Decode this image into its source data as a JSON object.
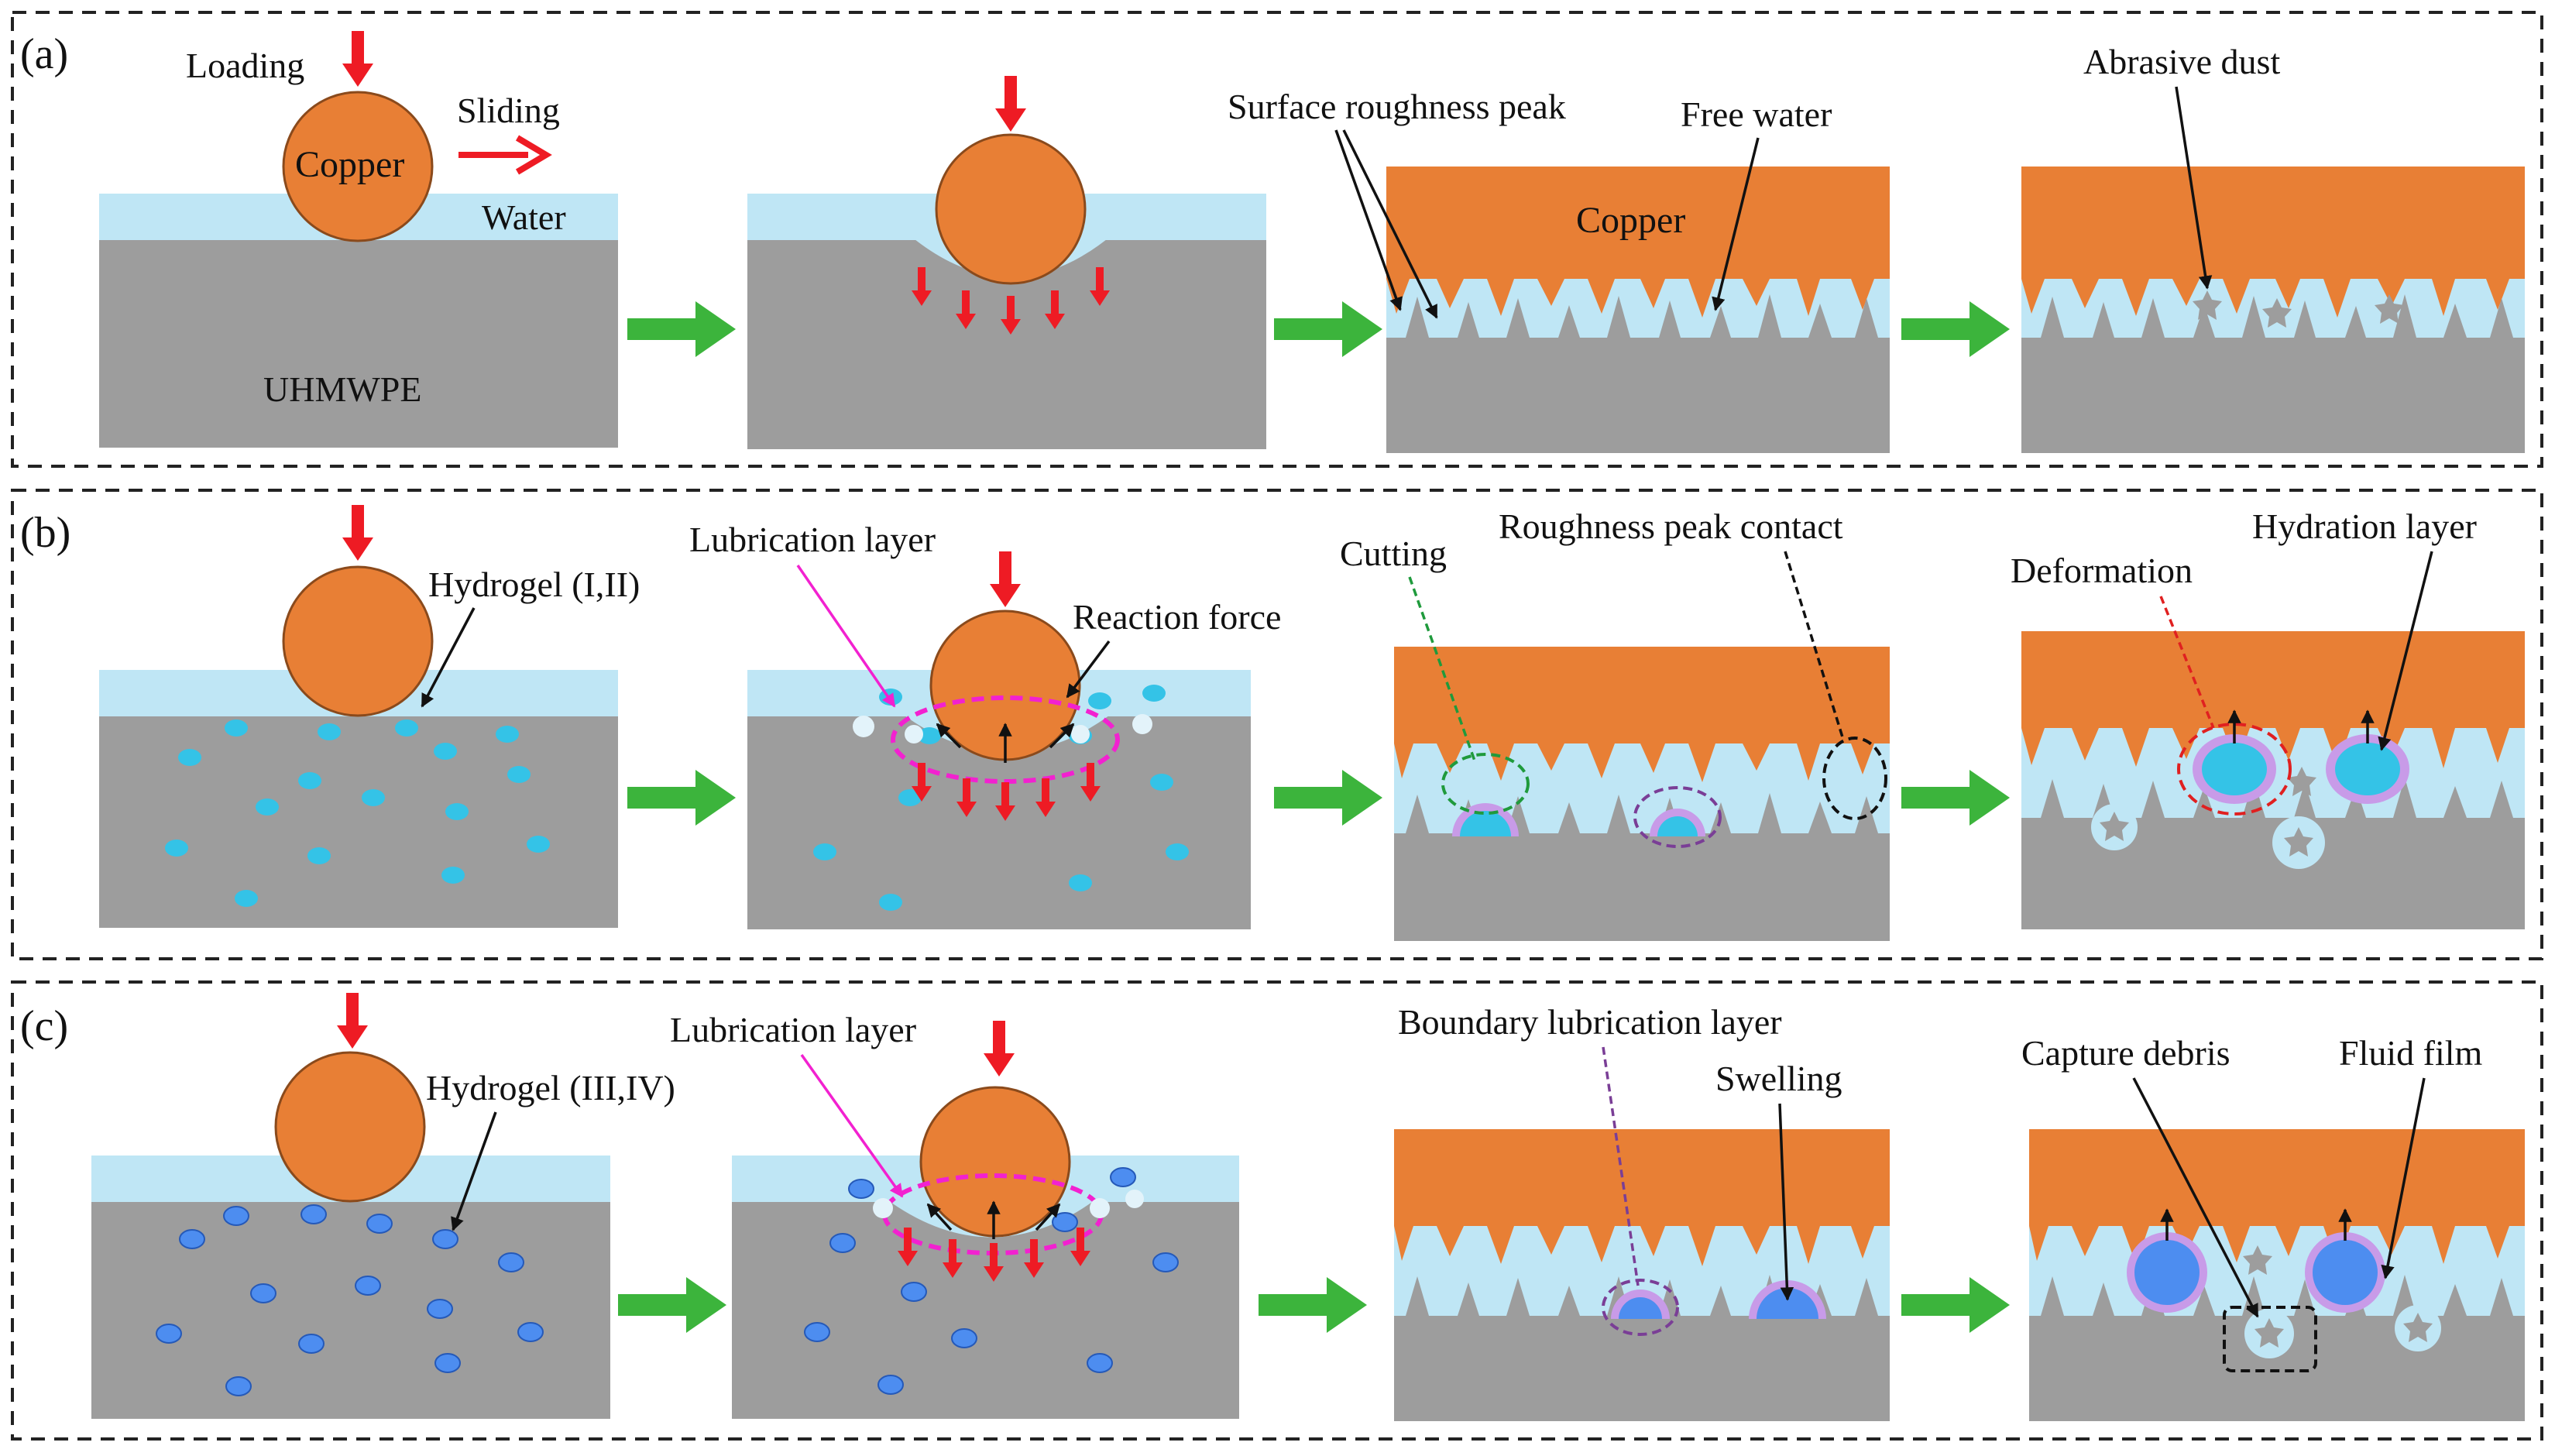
{
  "colors": {
    "copper": "#e87f35",
    "water": "#bfe6f5",
    "uhmwpe": "#9d9d9d",
    "gel_cyan": "#34c3e7",
    "gel_blue": "#4d8df0",
    "gel_ring": "#c89be8",
    "arrow_red": "#ee1b24",
    "arrow_green": "#3cb43c",
    "lube_magenta": "#f221d0",
    "deform_red": "#e02020",
    "cutting_green": "#1f9a3c",
    "boundary_purple": "#7a3e96"
  },
  "panels": [
    {
      "tag": "(a)",
      "labels": {
        "loading": "Loading",
        "copper": "Copper",
        "sliding": "Sliding",
        "water": "Water",
        "uhmwpe": "UHMWPE",
        "surface_peak": "Surface roughness peak",
        "free_water": "Free water",
        "copper2": "Copper",
        "abrasive_dust": "Abrasive dust"
      }
    },
    {
      "tag": "(b)",
      "labels": {
        "hydrogel": "Hydrogel (I,II)",
        "lubrication_layer": "Lubrication layer",
        "reaction_force": "Reaction force",
        "cutting": "Cutting",
        "peak_contact": "Roughness peak contact",
        "deformation": "Deformation",
        "hydration_layer": "Hydration layer"
      }
    },
    {
      "tag": "(c)",
      "labels": {
        "hydrogel": "Hydrogel (III,IV)",
        "lubrication_layer": "Lubrication layer",
        "boundary_layer": "Boundary lubrication layer",
        "swelling": "Swelling",
        "capture_debris": "Capture debris",
        "fluid_film": "Fluid film"
      }
    }
  ]
}
